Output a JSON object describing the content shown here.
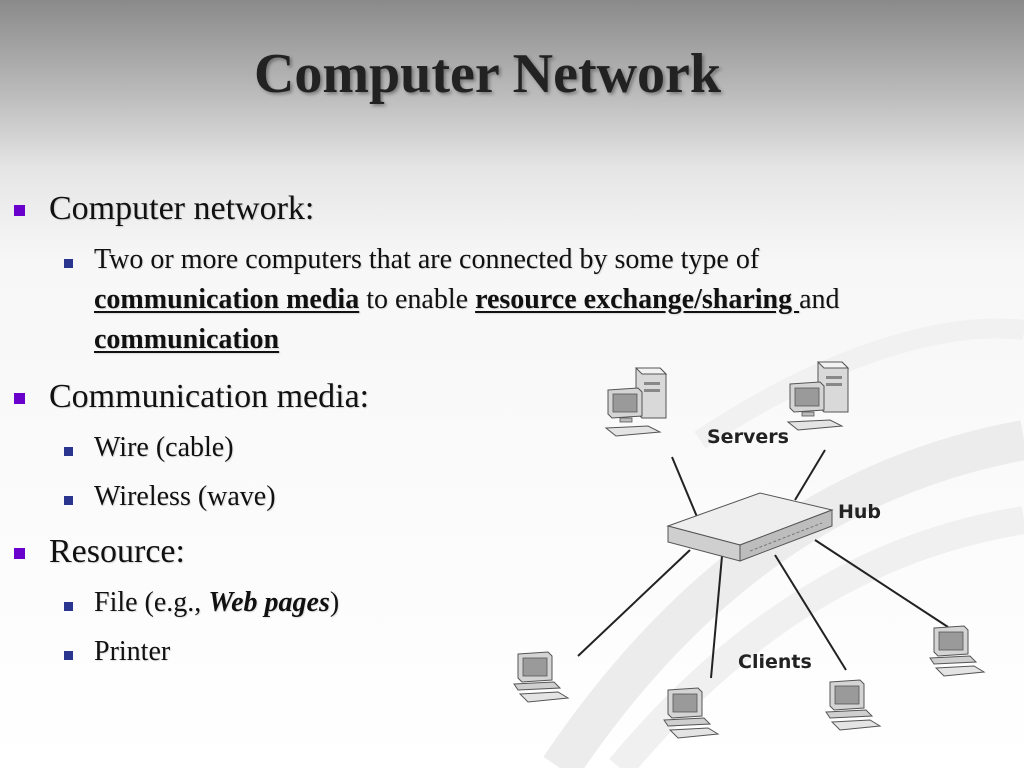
{
  "slide": {
    "title": "Computer Network",
    "bullets": [
      {
        "label": "Computer network:"
      },
      {
        "label": "Communication media:"
      },
      {
        "label": "Resource:"
      }
    ],
    "definition": {
      "part1": "Two or more computers that are connected by some type of",
      "term1": "communication media",
      "part2": " to enable ",
      "term2": "resource exchange/sharing ",
      "part3": "and",
      "term3": "communication"
    },
    "media_items": [
      "Wire (cable)",
      "Wireless (wave)"
    ],
    "resource_items": {
      "file_prefix": "File (e.g., ",
      "file_emph": "Web pages",
      "file_suffix": ")",
      "printer": "Printer"
    }
  },
  "diagram": {
    "servers_label": "Servers",
    "hub_label": "Hub",
    "clients_label": "Clients"
  },
  "colors": {
    "bullet_primary": "#6a00cc",
    "bullet_secondary": "#2a3590",
    "title": "#222222"
  }
}
